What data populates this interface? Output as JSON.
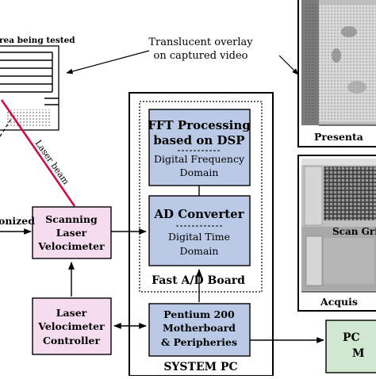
{
  "labels": {
    "area_tested": "rea being tested",
    "overlay_line1": "Translucent overlay",
    "overlay_line2": "on captured video",
    "laser_beam": "Laser beam",
    "synchronized": "onized",
    "fft_line1": "FFT Processing",
    "fft_line2": "based on DSP",
    "fft_sub1": "Digital Frequency",
    "fft_sub2": "Domain",
    "ad_title": "AD Converter",
    "ad_sub1": "Digital Time",
    "ad_sub2": "Domain",
    "fast_ad_board": "Fast A/D Board",
    "slv_line1": "Scanning",
    "slv_line2": "Laser",
    "slv_line3": "Velocimeter",
    "lvc_line1": "Laser",
    "lvc_line2": "Velocimeter",
    "lvc_line3": "Controller",
    "pentium_line1": "Pentium 200",
    "pentium_line2": "Motherboard",
    "pentium_line3": "& Peripheries",
    "system_pc": "SYSTEM PC",
    "pc_line1": "PC",
    "pc_line2": "M",
    "presentation": "Presenta",
    "scan_grid": "Scan Grid",
    "acquisition": "Acquis"
  },
  "colors": {
    "pink_box": "#f6dcef",
    "blue_box": "#b9c9e6",
    "laser": "#d0103a",
    "green_box": "#cfe8cf",
    "window_gray": "#c0c0c0"
  }
}
